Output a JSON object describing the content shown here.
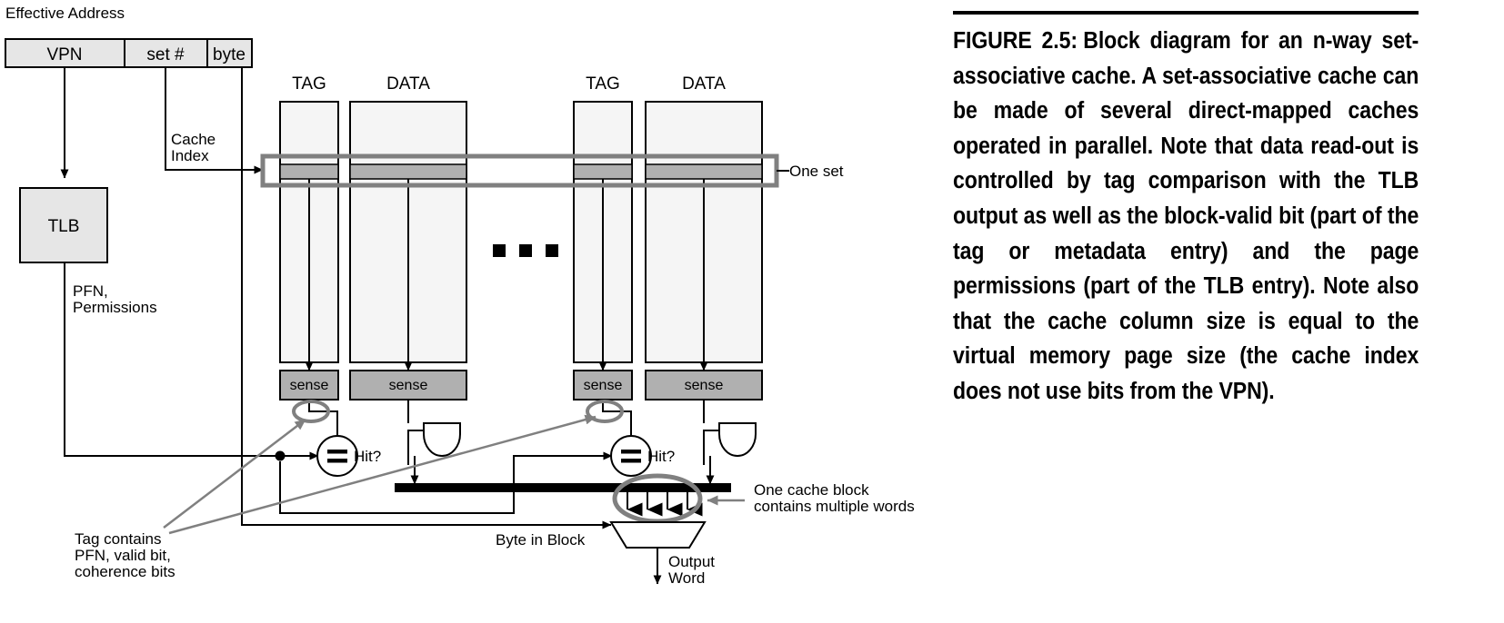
{
  "figure": {
    "number_label": "FIGURE 2.5:",
    "caption_body": "Block diagram for an n-way set-associative cache. A set-associative cache can be made of several direct-mapped caches operated in parallel. Note that data read-out is controlled by tag comparison with the TLB output as well as the block-valid bit (part of the tag or metadata entry) and the page permissions (part of the TLB entry). Note also that the cache column size is equal to the virtual memory page size (the cache index does not use bits from the VPN)."
  },
  "diagram": {
    "effective_address_label": "Effective Address",
    "address_fields": [
      {
        "label": "VPN"
      },
      {
        "label": "set #"
      },
      {
        "label": "byte"
      }
    ],
    "cache_index_label_line1": "Cache",
    "cache_index_label_line2": "Index",
    "tlb_label": "TLB",
    "pfn_label_line1": "PFN,",
    "pfn_label_line2": "Permissions",
    "column_headers": [
      {
        "label": "TAG"
      },
      {
        "label": "DATA"
      },
      {
        "label": "TAG"
      },
      {
        "label": "DATA"
      }
    ],
    "ellipsis_marker": "• • •",
    "one_set_label": "One set",
    "sense_labels": [
      {
        "label": "sense"
      },
      {
        "label": "sense"
      },
      {
        "label": "sense"
      },
      {
        "label": "sense"
      }
    ],
    "comparator_glyph": "=",
    "hit_labels": [
      {
        "label": "Hit?"
      },
      {
        "label": "Hit?"
      }
    ],
    "tag_contains_line1": "Tag contains",
    "tag_contains_line2": "PFN, valid bit,",
    "tag_contains_line3": "coherence bits",
    "cache_block_note_line1": "One cache block",
    "cache_block_note_line2": "contains multiple words",
    "byte_in_block_label": "Byte in Block",
    "output_word_line1": "Output",
    "output_word_line2": "Word"
  },
  "colors": {
    "address_box_fill": "#e6e6e6",
    "tlb_fill": "#e6e6e6",
    "array_fill": "#f5f5f5",
    "set_row_fill": "#b0b0b0",
    "sense_fill": "#b0b0b0",
    "annotation_gray": "#808080",
    "bus_black": "#000000",
    "stroke": "#000000"
  }
}
